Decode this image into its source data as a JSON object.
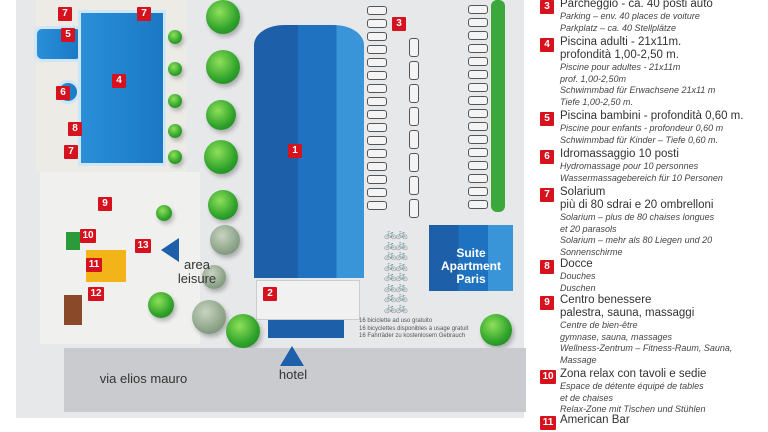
{
  "map": {
    "road_label": "via elios mauro",
    "hotel_label": "hotel",
    "area_leisure_label": "area leisure",
    "suite_label": "Suite Apartment Paris",
    "bike_notes": [
      "16 biciclette ad uso gratuito",
      "16 bicyclettes disponibles à usage gratuit",
      "16 Fahrräder zu kostenlosem Gebrauch"
    ],
    "markers": [
      "1",
      "2",
      "3",
      "4",
      "5",
      "6",
      "7",
      "7",
      "7",
      "8",
      "9",
      "10",
      "11",
      "12",
      "13"
    ],
    "colors": {
      "marker": "#d7121f",
      "building": "#1e72c0",
      "pool": "#2a8fd8"
    }
  },
  "legend": [
    {
      "num": "3",
      "title": [
        "Parcheggio - ca. 40 posti auto"
      ],
      "sub": [
        "Parking – env. 40 places de voiture",
        "Parkplatz – ca. 40 Stellplätze"
      ]
    },
    {
      "num": "4",
      "title": [
        "Piscina adulti - 21x11m.",
        "profondità 1,00-2,50 m."
      ],
      "sub": [
        "Piscine pour adultes - 21x11m",
        "prof. 1,00-2,50m",
        "Schwimmbad für Erwachsene 21x11 m",
        "Tiefe 1,00-2,50 m."
      ]
    },
    {
      "num": "5",
      "title": [
        "Piscina bambini - profondità 0,60 m."
      ],
      "sub": [
        "Piscine pour enfants - profondeur 0,60 m",
        "Schwimmbad für Kinder – Tiefe 0,60 m."
      ]
    },
    {
      "num": "6",
      "title": [
        "Idromassaggio 10 posti"
      ],
      "sub": [
        "Hydromassage pour 10 personnes",
        "Wassermassagebereich für 10 Personen"
      ]
    },
    {
      "num": "7",
      "title": [
        "Solarium",
        "più di 80 sdrai e 20 ombrelloni"
      ],
      "sub": [
        "Solarium – plus de 80 chaises longues",
        "et 20 parasols",
        "Solarium – mehr als 80 Liegen und 20",
        "Sonnenschirme"
      ]
    },
    {
      "num": "8",
      "title": [
        "Docce"
      ],
      "sub": [
        "Douches",
        "Duschen"
      ]
    },
    {
      "num": "9",
      "title": [
        "Centro benessere",
        "palestra, sauna, massaggi"
      ],
      "sub": [
        "Centre de bien-être",
        "gymnase, sauna, massages",
        "Wellness-Zentrum – Fitness-Raum, Sauna,",
        "Massage"
      ]
    },
    {
      "num": "10",
      "title": [
        "Zona relax con tavoli e sedie"
      ],
      "sub": [
        "Espace de détente équipé de tables",
        "et de chaises",
        "Relax-Zone mit Tischen und Stühlen"
      ]
    },
    {
      "num": "11",
      "title": [
        "American Bar"
      ],
      "sub": []
    }
  ]
}
